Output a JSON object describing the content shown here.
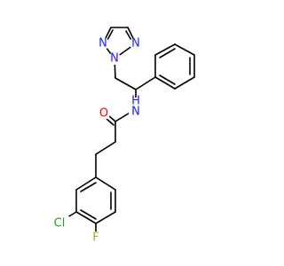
{
  "structure": {
    "atom_labels": {
      "triazole_n1": "N",
      "triazole_n2": "N",
      "triazole_n3": "N",
      "amide_n": "N",
      "amide_h": "H",
      "carbonyl_o": "O",
      "chlorine": "Cl",
      "fluorine": "F"
    },
    "colors": {
      "nitrogen": "#2020ff",
      "oxygen": "#ff0000",
      "chlorine": "#1fa01f",
      "fluorine": "#8fb83a",
      "bond": "#000000"
    }
  }
}
